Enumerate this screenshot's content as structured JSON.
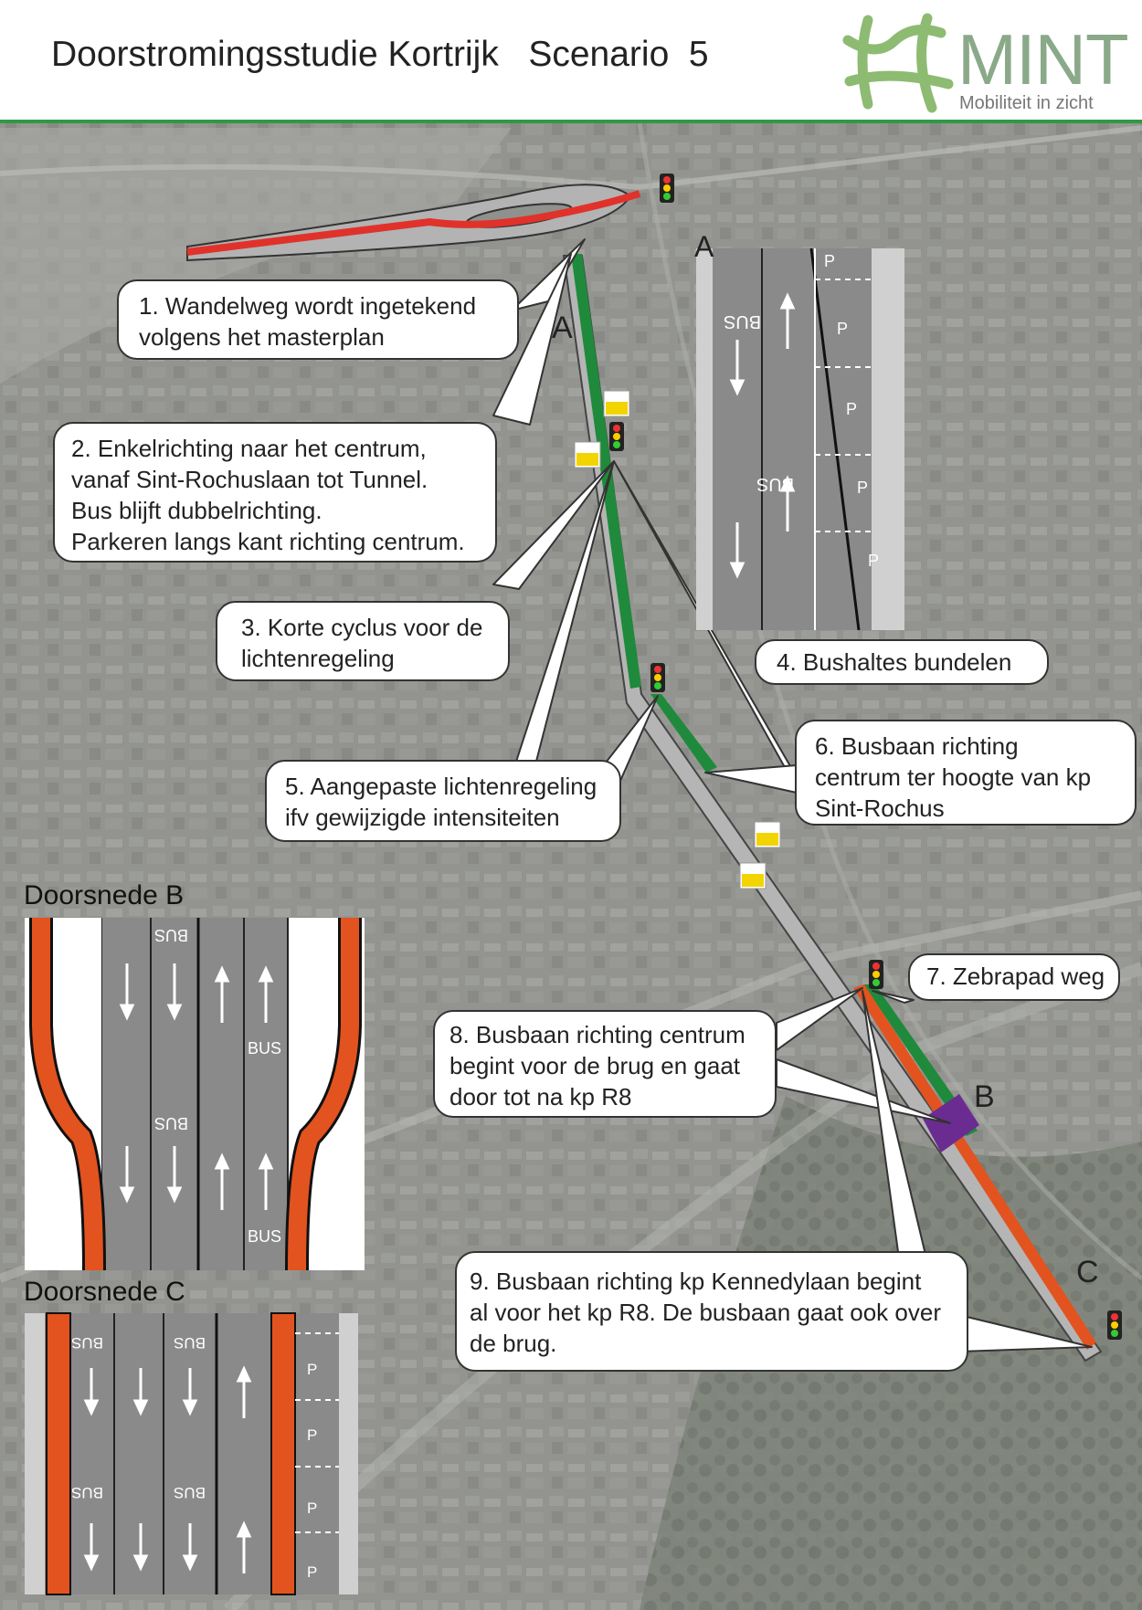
{
  "header": {
    "title": "Doorstromingsstudie Kortrijk   Scenario  5",
    "logo": {
      "name": "MINT",
      "tagline": "Mobiliteit in zicht"
    }
  },
  "colors": {
    "green_route": "#1f8a3b",
    "red_route": "#e0322b",
    "orange_route": "#e2531f",
    "purple_marker": "#6a2c91",
    "road_gray": "#8a8a8a",
    "header_rule": "#2e9a45"
  },
  "point_labels": {
    "a_top": "A",
    "a_route": "A",
    "b": "B",
    "c": "C"
  },
  "callouts": [
    {
      "id": 1,
      "lines": [
        "1. Wandelweg wordt ingetekend",
        "volgens het masterplan"
      ]
    },
    {
      "id": 2,
      "lines": [
        "2. Enkelrichting naar het centrum,",
        "vanaf Sint-Rochuslaan tot Tunnel.",
        "Bus blijft dubbelrichting.",
        "Parkeren langs kant richting centrum."
      ]
    },
    {
      "id": 3,
      "lines": [
        "3. Korte cyclus voor de",
        "lichtenregeling"
      ]
    },
    {
      "id": 4,
      "lines": [
        "4. Bushaltes bundelen"
      ]
    },
    {
      "id": 5,
      "lines": [
        "5. Aangepaste lichtenregeling",
        "ifv gewijzigde intensiteiten"
      ]
    },
    {
      "id": 6,
      "lines": [
        "6. Busbaan richting",
        "centrum ter hoogte van kp",
        "Sint-Rochus"
      ]
    },
    {
      "id": 7,
      "lines": [
        "7. Zebrapad weg"
      ]
    },
    {
      "id": 8,
      "lines": [
        "8. Busbaan richting centrum",
        "begint voor de brug en gaat",
        "door tot na kp R8"
      ]
    },
    {
      "id": 9,
      "lines": [
        "9. Busbaan richting kp Kennedylaan begint",
        "al voor het kp R8. De busbaan gaat ook over",
        "de brug."
      ]
    }
  ],
  "cross_sections": {
    "a": {
      "label": "A",
      "bus_text": "BUS",
      "parking_text": "P"
    },
    "b": {
      "title": "Doorsnede B",
      "bus_text": "BUS"
    },
    "c": {
      "title": "Doorsnede C",
      "bus_text": "BUS",
      "parking_text": "P"
    }
  }
}
